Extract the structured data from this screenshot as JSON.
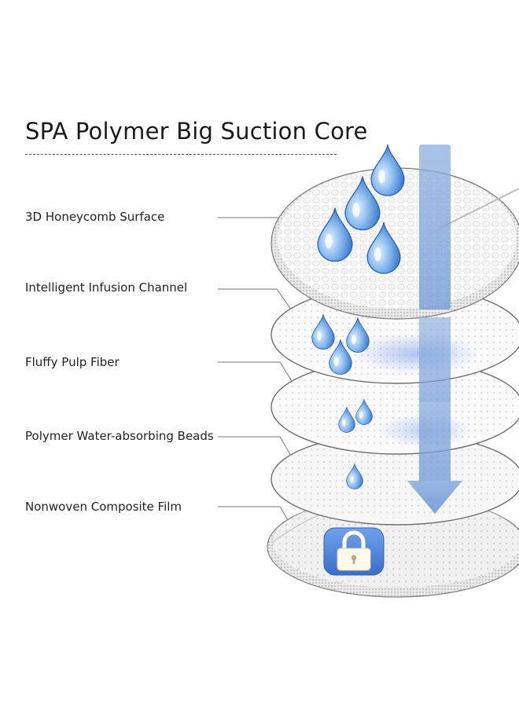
{
  "title": "SPA Polymer Big Suction Core",
  "layers": [
    {
      "label": "3D Honeycomb Surface"
    },
    {
      "label": "Intelligent Infusion Channel"
    },
    {
      "label": "Fluffy Pulp Fiber"
    },
    {
      "label": "Polymer Water-absorbing Beads"
    },
    {
      "label": "Nonwoven Composite Film"
    }
  ],
  "colors": {
    "drop": "#4f8fd8",
    "arrow": "#7ea6db",
    "lock_badge": "#4a82d6",
    "layer_edge": "#8a8a8a"
  },
  "icons": [
    "water-drop-icon",
    "down-arrow-icon",
    "lock-icon"
  ]
}
